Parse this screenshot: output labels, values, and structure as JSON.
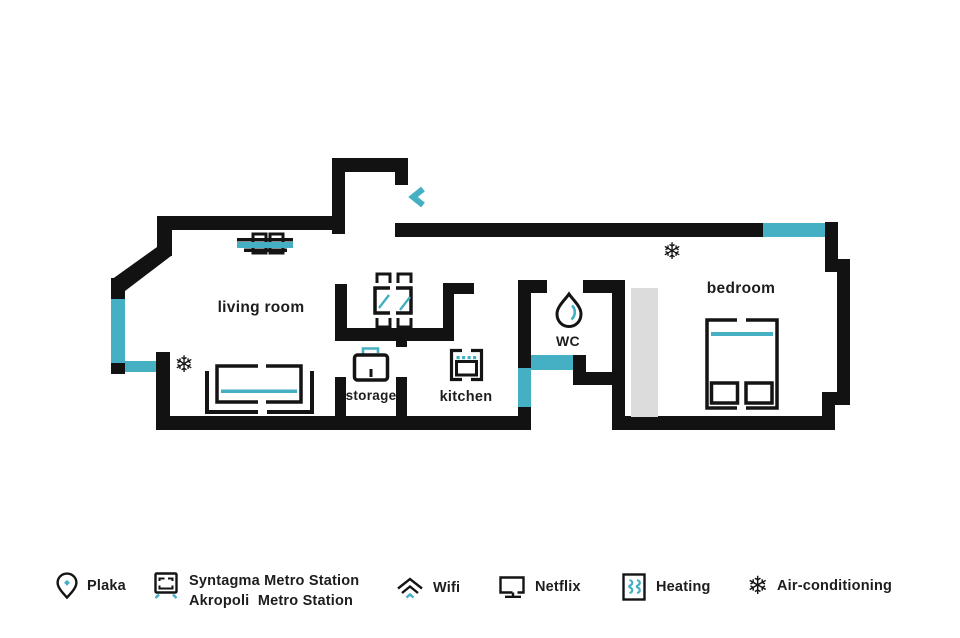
{
  "colors": {
    "accent": "#45AFC4",
    "wall": "#121212",
    "text": "#1D1D1D",
    "closet": "#DCDCDC"
  },
  "plan": {
    "room_labels": {
      "living_room": "living room",
      "storage": "storage",
      "kitchen": "kitchen",
      "wc": "WC",
      "bedroom": "bedroom"
    }
  },
  "icons": {
    "snowflake_glyph": "❄"
  },
  "legend": {
    "items": [
      {
        "icon": "location-pin",
        "label": "Plaka"
      },
      {
        "icon": "metro-station",
        "label": "Syntagma Metro Station",
        "label2": "Akropoli  Metro Station"
      },
      {
        "icon": "wifi",
        "label": "Wifi"
      },
      {
        "icon": "netflix-screen",
        "label": "Netflix"
      },
      {
        "icon": "heating-radiator",
        "label": "Heating"
      },
      {
        "icon": "snowflake",
        "label": "Air-conditioning"
      }
    ]
  }
}
